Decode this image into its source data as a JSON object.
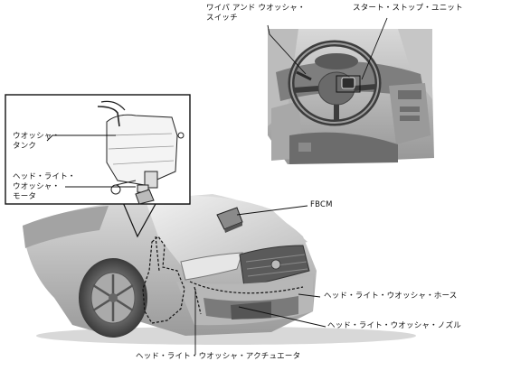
{
  "labels": {
    "wiper_washer_switch": "ワイパ アンド ウオッシャ・\nスイッチ",
    "start_stop_unit": "スタート・ストップ・ユニット",
    "washer_tank": "ウオッシャ・\nタンク",
    "headlight_washer_motor": "ヘッド・ライト・\nウオッシャ・\nモータ",
    "fbcm": "FBCM",
    "headlight_washer_hose": "ヘッド・ライト・ウオッシャ・ホース",
    "headlight_washer_nozzle": "ヘッド・ライト・ウオッシャ・ノズル",
    "headlight_washer_actuator": "ヘッド・ライト・ウオッシャ・アクチュエータ"
  }
}
